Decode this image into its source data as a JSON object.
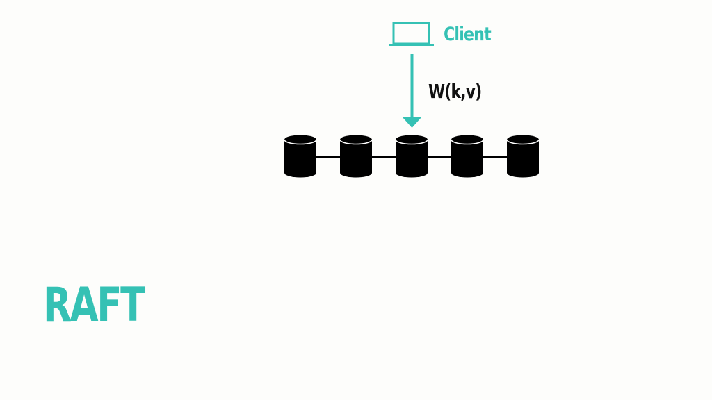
{
  "title": "RAFT",
  "client": {
    "label": "Client",
    "icon": "laptop-icon"
  },
  "request": {
    "label": "W(k,v)",
    "target_server": 3
  },
  "servers": {
    "count": 5,
    "icon": "database-cylinder-icon"
  },
  "colors": {
    "accent": "#35c1b4",
    "server": "#000000",
    "text": "#111111",
    "background": "#fdfdfb"
  }
}
